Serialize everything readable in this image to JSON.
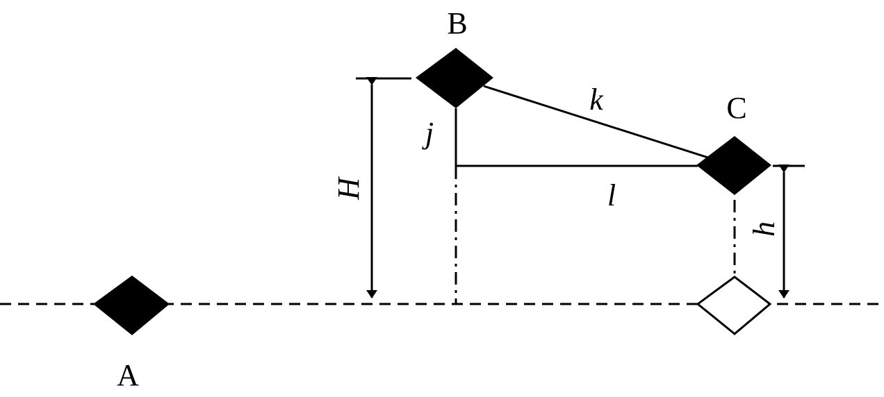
{
  "points": {
    "a": "A",
    "b": "B",
    "c": "C"
  },
  "labels": {
    "H": "H",
    "h": "h",
    "j": "j",
    "k": "k",
    "l": "l"
  },
  "colors": {
    "ink": "#000000",
    "background": "#ffffff"
  }
}
